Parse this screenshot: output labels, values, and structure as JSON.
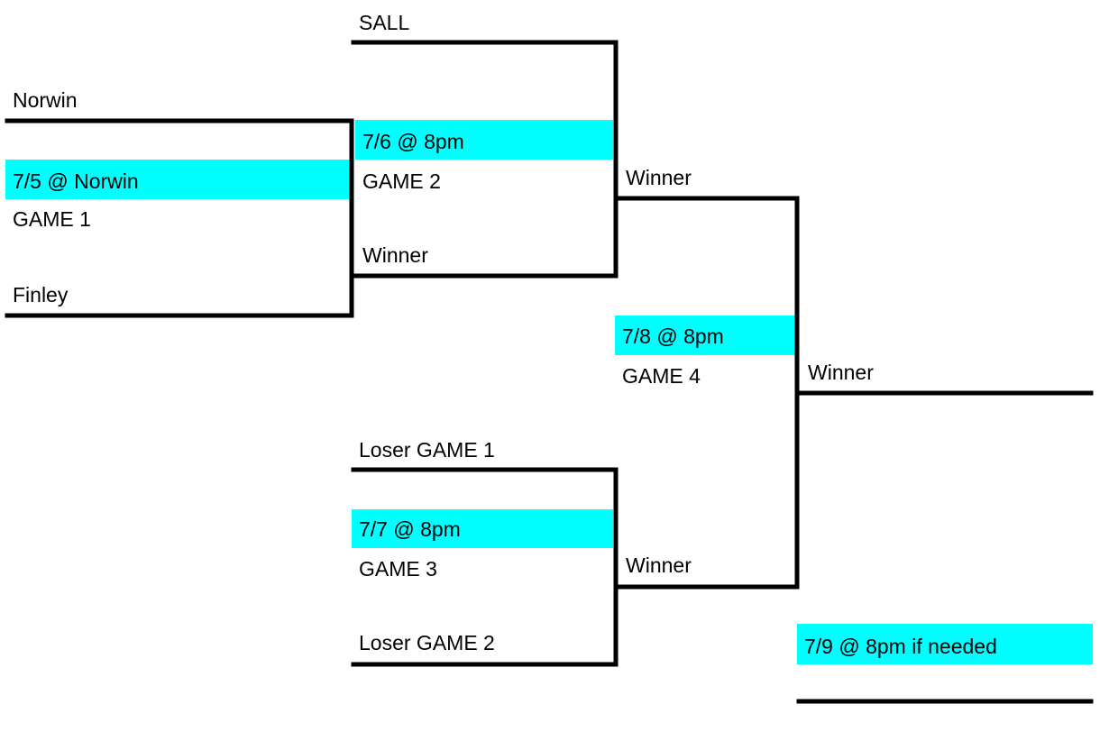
{
  "colors": {
    "highlight": "#00ffff",
    "line": "#000000",
    "background": "#ffffff"
  },
  "game1": {
    "team_top": "Norwin",
    "team_bottom": "Finley",
    "date": "7/5 @ Norwin",
    "label": "GAME 1"
  },
  "game2": {
    "team_top": "SALL",
    "date": "7/6 @ 8pm",
    "label": "GAME 2",
    "winner_in": "Winner",
    "winner_out": "Winner"
  },
  "game3": {
    "team_top": "Loser GAME 1",
    "team_bottom": "Loser GAME 2",
    "date": "7/7 @ 8pm",
    "label": "GAME 3",
    "winner_out": "Winner"
  },
  "game4": {
    "date": "7/8 @ 8pm",
    "label": "GAME 4",
    "winner_out": "Winner"
  },
  "game5": {
    "date": "7/9 @ 8pm if needed"
  }
}
